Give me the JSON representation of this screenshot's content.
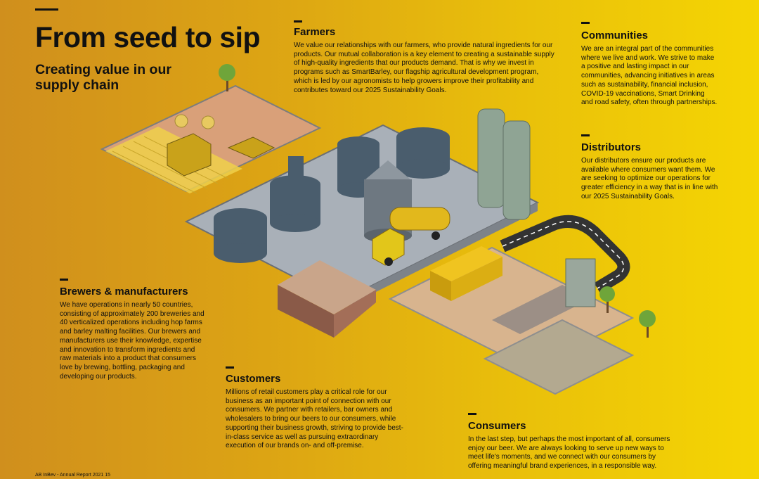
{
  "title": "From seed to sip",
  "subtitle": "Creating value in our supply chain",
  "sections": {
    "farmers": {
      "heading": "Farmers",
      "body": "We value our relationships with our farmers, who provide natural ingredients for our products. Our mutual collaboration is a key element to creating a sustainable supply of high-quality ingredients that our products demand. That is why we invest in programs such as SmartBarley, our flagship agricultural development program, which is led by our agronomists to help growers improve their profitability and contributes toward our 2025 Sustainability Goals."
    },
    "communities": {
      "heading": "Communities",
      "body": "We are an integral part of the communities where we live and work. We strive to make a positive and lasting impact in our communities, advancing initiatives in areas such as sustainability, financial inclusion, COVID-19 vaccinations, Smart Drinking and road safety, often through partnerships."
    },
    "distributors": {
      "heading": "Distributors",
      "body": "Our distributors ensure our products are available where consumers want them. We are seeking to optimize our operations for greater efficiency in a way that is in line with our 2025 Sustainability Goals."
    },
    "brewers": {
      "heading": "Brewers & manufacturers",
      "body": "We have operations in nearly 50 countries, consisting of approximately 200 breweries and 40 verticalized operations including hop farms and barley malting facilities. Our brewers and manufacturers use their knowledge, expertise and innovation to transform ingredients and raw materials into a product that consumers love by brewing, bottling, packaging and developing our products."
    },
    "customers": {
      "heading": "Customers",
      "body": "Millions of retail customers play a critical role for our business as an important point of connection with our consumers. We partner with retailers, bar owners and wholesalers to bring our beers to our consumers, while supporting their business growth, striving to provide best-in-class service as well as pursuing extraordinary execution of our brands on- and off-premise."
    },
    "consumers": {
      "heading": "Consumers",
      "body": "In the last step, but perhaps the most important of all, consumers enjoy our beer. We are always looking to serve up new ways to meet life's moments, and we connect with our consumers by offering meaningful brand experiences, in a responsible way."
    }
  },
  "footer": "AB InBev - Annual Report 2021   15"
}
